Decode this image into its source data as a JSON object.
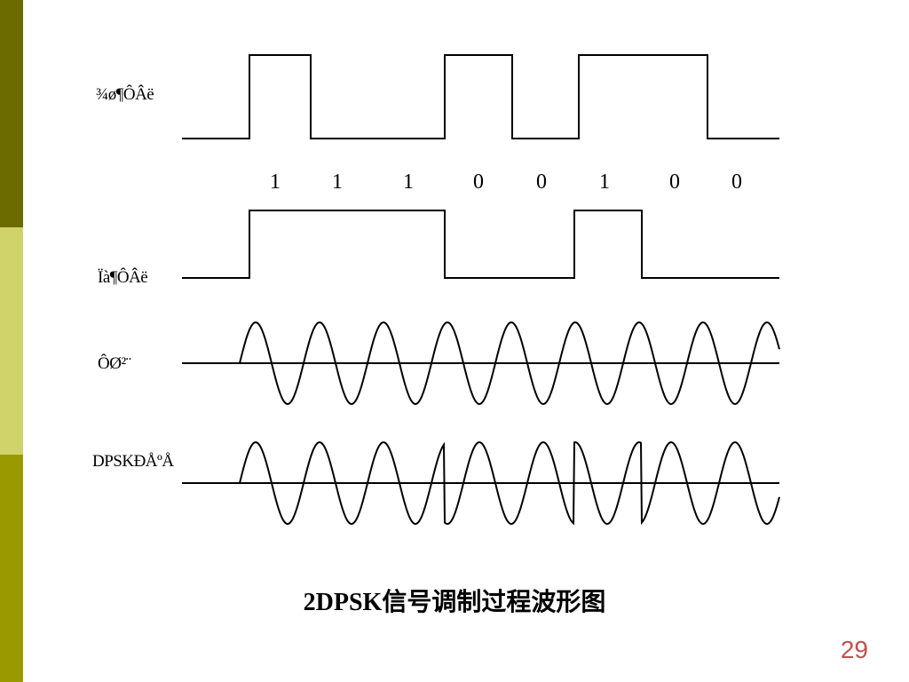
{
  "slide": {
    "sidebar_colors": [
      "#6b6b00",
      "#cfd36a",
      "#9a9a00"
    ],
    "page_number": "29",
    "page_number_color": "#c0504d"
  },
  "diagram": {
    "labels": {
      "absolute_code": "¾ø¶ÔÂë",
      "relative_code": "Ïà¶ÔÂë",
      "carrier": "ÔØ²¨",
      "dpsk_signal": "DPSKÐÅºÅ"
    },
    "bits": [
      "1",
      "1",
      "1",
      "0",
      "0",
      "1",
      "0",
      "0"
    ],
    "caption": "2DPSK信号调制过程波形图"
  }
}
